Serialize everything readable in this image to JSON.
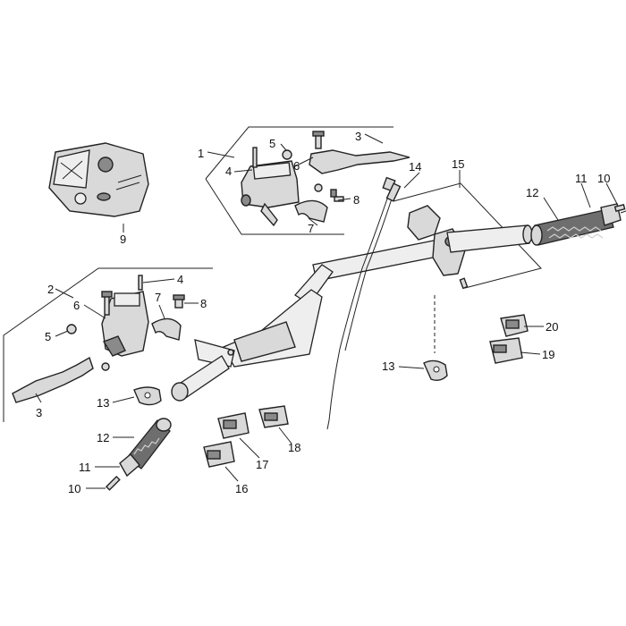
{
  "callouts": {
    "c1": "1",
    "c2": "2",
    "c3_top": "3",
    "c3_left": "3",
    "c4_top": "4",
    "c4_left": "4",
    "c5_top": "5",
    "c5_left": "5",
    "c6_top": "6",
    "c6_left": "6",
    "c7_top": "7",
    "c7_left": "7",
    "c8_top": "8",
    "c8_left": "8",
    "c9": "9",
    "c10_right": "10",
    "c10_left": "10",
    "c11_right": "11",
    "c11_left": "11",
    "c12_right": "12",
    "c12_left": "12",
    "c13_right": "13",
    "c13_left": "13",
    "c14": "14",
    "c15": "15",
    "c16": "16",
    "c17": "17",
    "c18": "18",
    "c19": "19",
    "c20": "20"
  }
}
